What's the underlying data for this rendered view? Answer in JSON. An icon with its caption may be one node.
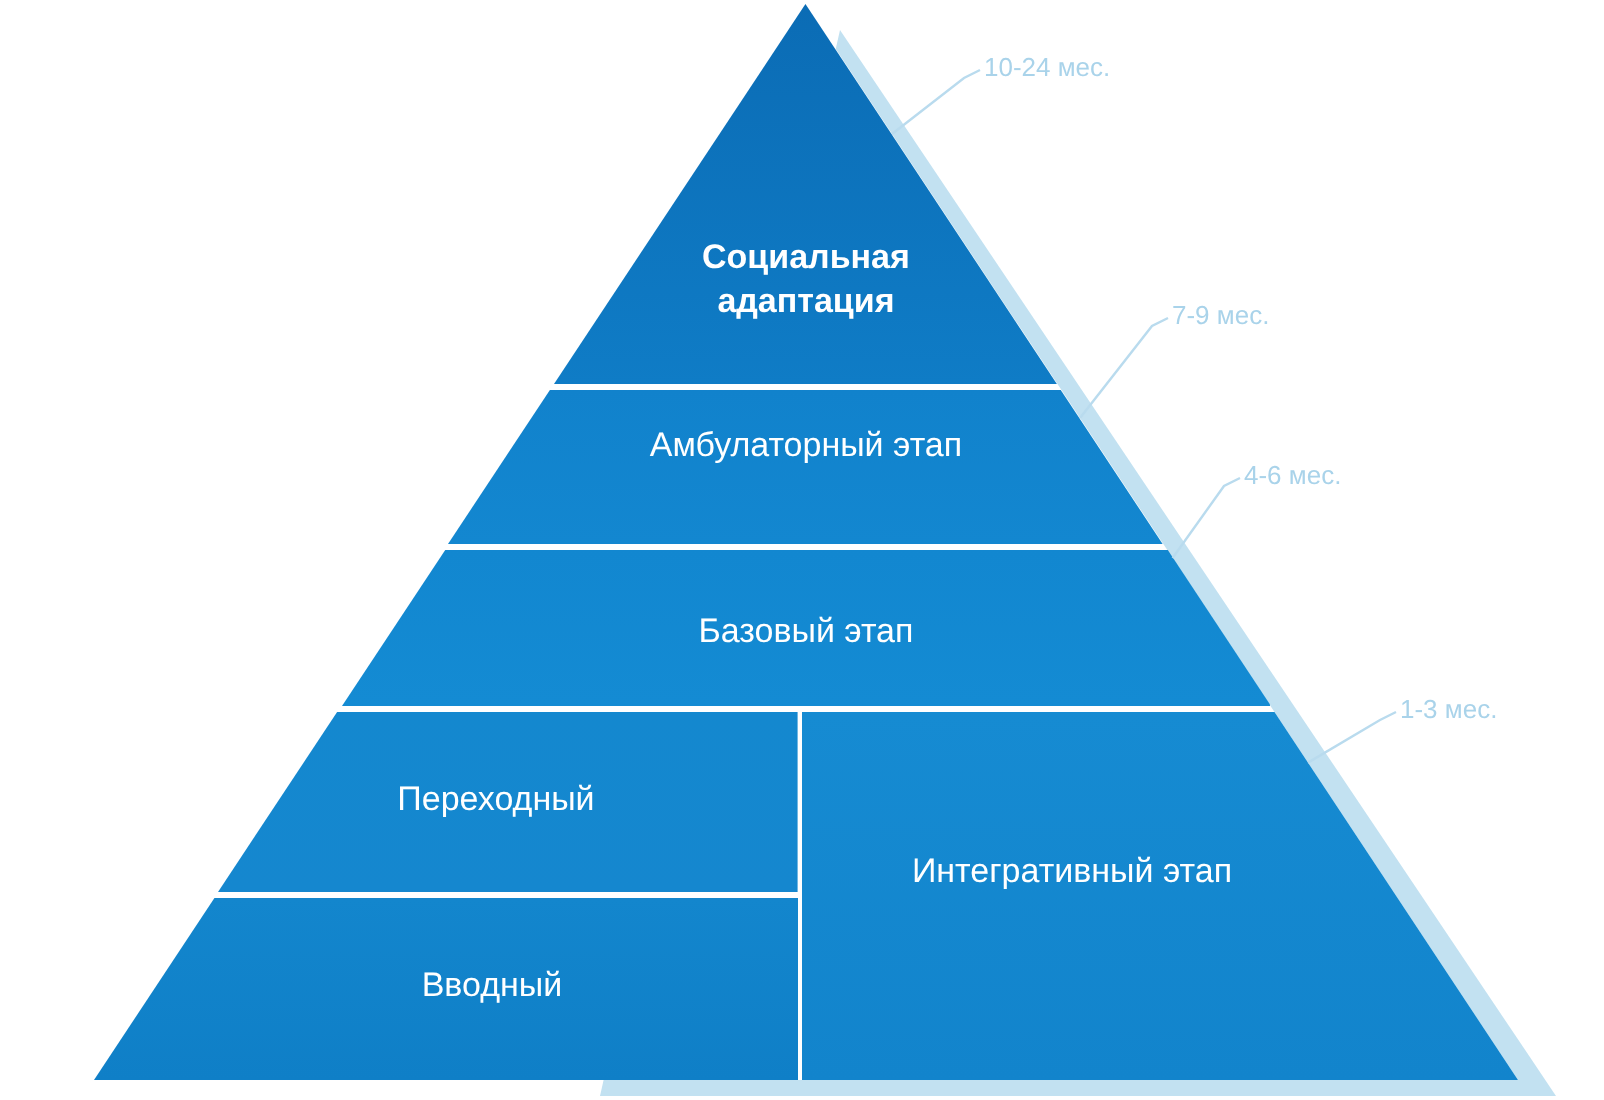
{
  "diagram": {
    "nodes": [
      {
        "text": [
          "Социальная адаптация"
        ]
      },
      {
        "text": [
          "Амбулаторный этап"
        ]
      },
      {
        "text": [
          "Базовый этап"
        ]
      },
      {
        "text": [
          "Переходный"
        ]
      },
      {
        "text": [
          "Интегративный этап"
        ]
      },
      {
        "text": [
          "Вводный"
        ]
      },
      {
        "text": [
          "10-24 мес."
        ]
      },
      {
        "text": [
          "7-9 мес."
        ]
      },
      {
        "text": [
          "4-6 мес."
        ]
      },
      {
        "text": [
          "1-3 мес."
        ]
      }
    ],
    "edges": [
      {
        "from": 6,
        "to": 0,
        "arrow": "none"
      },
      {
        "from": 7,
        "to": 1,
        "arrow": "none"
      },
      {
        "from": 8,
        "to": 2,
        "arrow": "none"
      },
      {
        "from": 9,
        "to": 4,
        "arrow": "none"
      }
    ]
  }
}
